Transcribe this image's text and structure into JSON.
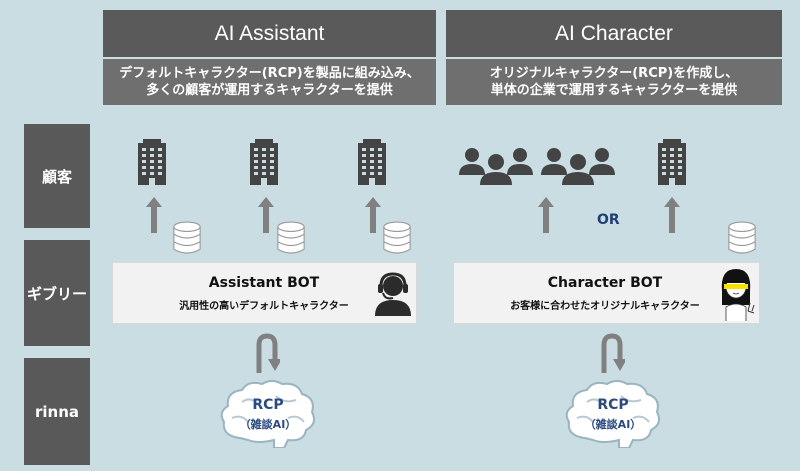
{
  "columns": [
    {
      "title": "AI Assistant",
      "desc_line1": "デフォルトキャラクター(RCP)を製品に組み込み、",
      "desc_line2": "多くの顧客が運用するキャラクターを提供"
    },
    {
      "title": "AI Character",
      "desc_line1": "オリジナルキャラクター(RCP)を作成し、",
      "desc_line2": "単体の企業で運用するキャラクターを提供"
    }
  ],
  "rows": {
    "customer": "顧客",
    "giburi": "ギブリー",
    "rinna": "rinna"
  },
  "bots": {
    "assistant": {
      "title": "Assistant BOT",
      "subtitle": "汎用性の高いデフォルトキャラクター"
    },
    "character": {
      "title": "Character BOT",
      "subtitle": "お客様に合わせたオリジナルキャラクター"
    }
  },
  "or_label": "OR",
  "rcp": {
    "label": "RCP",
    "sub": "（雑談AI）"
  },
  "colors": {
    "background": "#c9dde3",
    "header": "#5a5a5a",
    "icon": "#444444",
    "arrow": "#808080",
    "accent_text": "#2a4a80"
  },
  "icons": [
    "building-icon",
    "people-group-icon",
    "database-icon",
    "headset-operator-icon",
    "anime-character-icon",
    "brain-icon",
    "up-arrow-icon",
    "loop-arrow-icon"
  ]
}
